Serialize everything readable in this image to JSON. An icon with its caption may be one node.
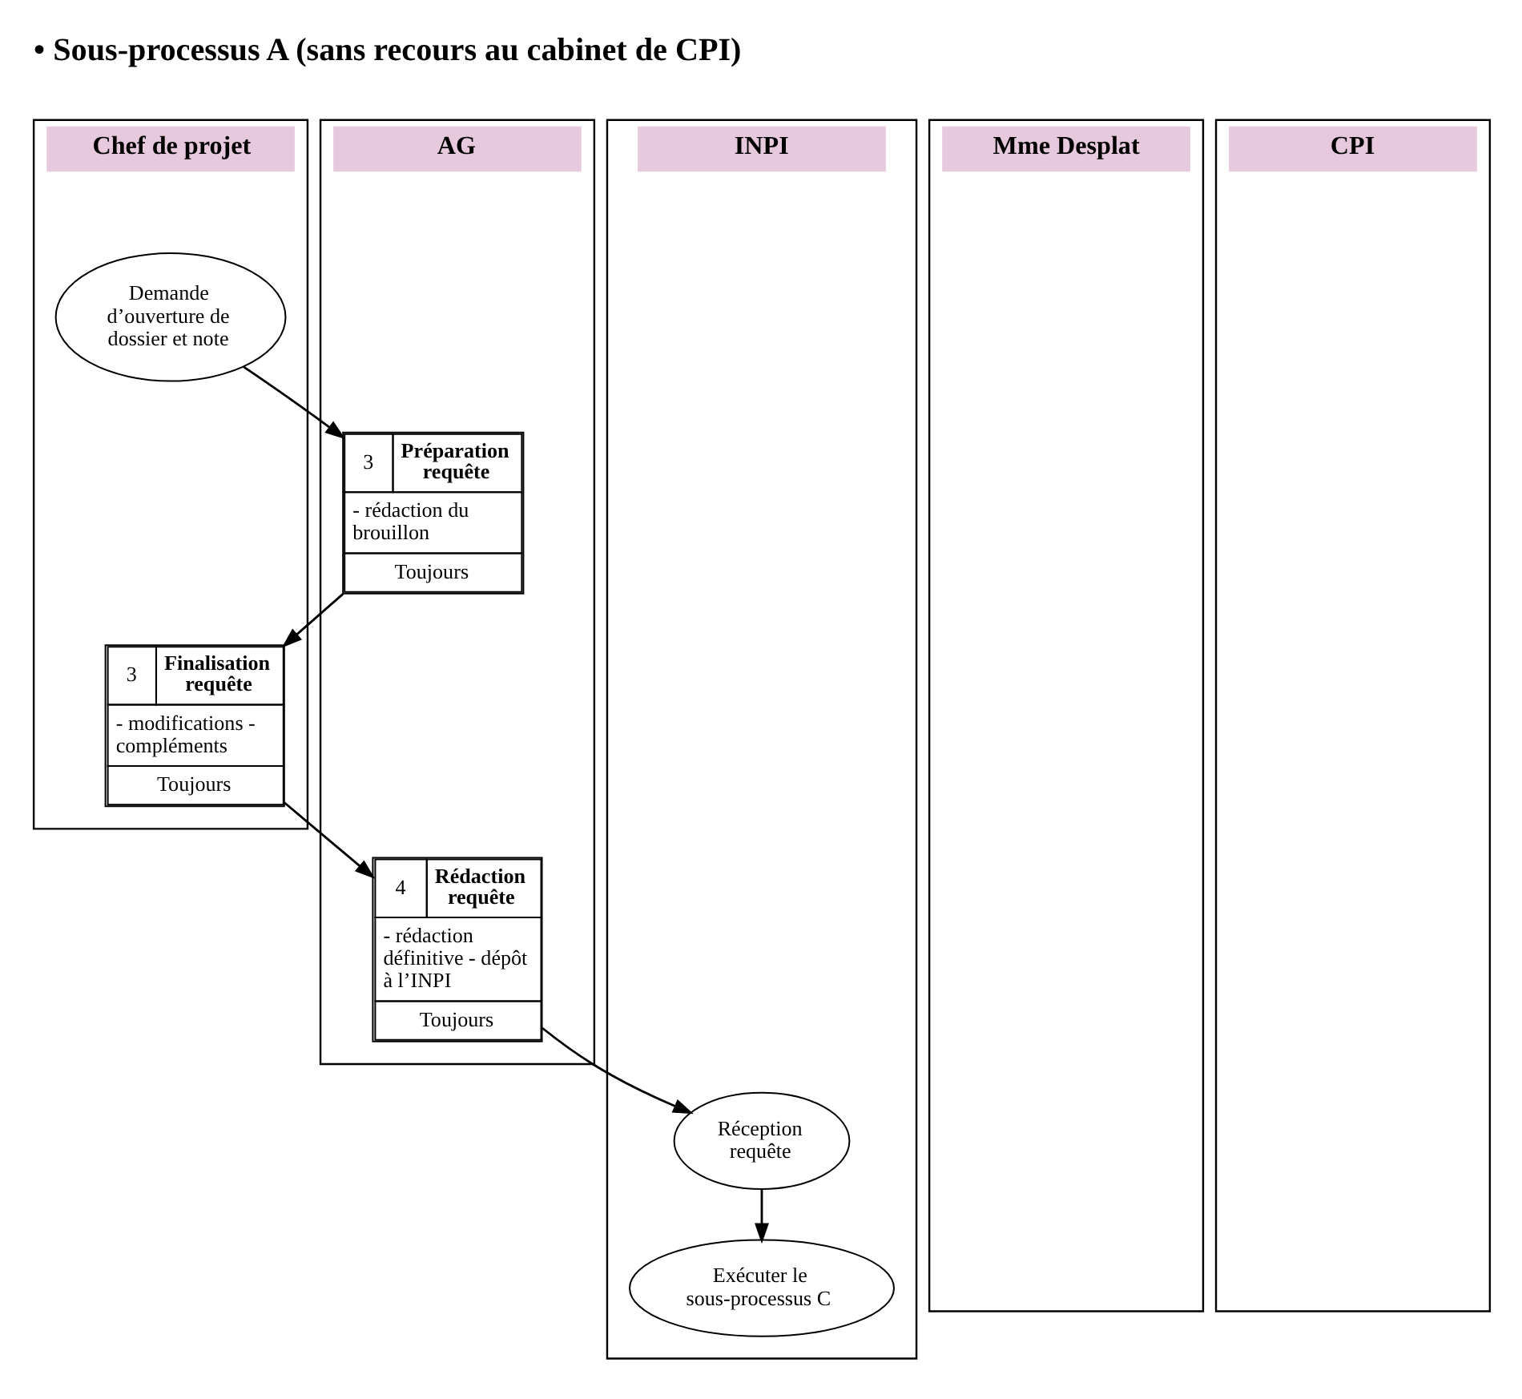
{
  "diagram": {
    "title": "• Sous-processus A (sans recours au cabinet de CPI)",
    "nodes": [
      {
        "text": [
          "Chef de projet"
        ]
      },
      {
        "text": [
          "Mme Desplat"
        ]
      },
      {
        "text": [
          "AG"
        ]
      },
      {
        "text": [
          "CPI"
        ]
      },
      {
        "text": [
          "INPI"
        ]
      },
      {
        "text": [
          "Demande d’ouverture de dossier et note"
        ],
        "in": 0
      },
      {
        "text": [
          "3",
          "Préparation requête",
          "- rédaction du brouillon",
          "Toujours"
        ],
        "in": 2
      },
      {
        "text": [
          "3",
          "Finalisation requête",
          "- modifications - compléments",
          "Toujours"
        ],
        "in": 0
      },
      {
        "text": [
          "4",
          "Rédaction requête",
          "- rédaction définitive - dépôt à l’INPI",
          "Toujours"
        ],
        "in": 2
      },
      {
        "text": [
          "Réception requête"
        ],
        "in": 4
      },
      {
        "text": [
          "Exécuter le sous-processus C"
        ],
        "in": 4
      }
    ],
    "edges": [
      {
        "from": 5,
        "to": 6,
        "arrow": "to"
      },
      {
        "from": 6,
        "to": 7,
        "arrow": "to"
      },
      {
        "from": 7,
        "to": 8,
        "arrow": "to"
      },
      {
        "from": 8,
        "to": 9,
        "arrow": "to"
      },
      {
        "from": 9,
        "to": 10,
        "arrow": "to"
      }
    ]
  }
}
